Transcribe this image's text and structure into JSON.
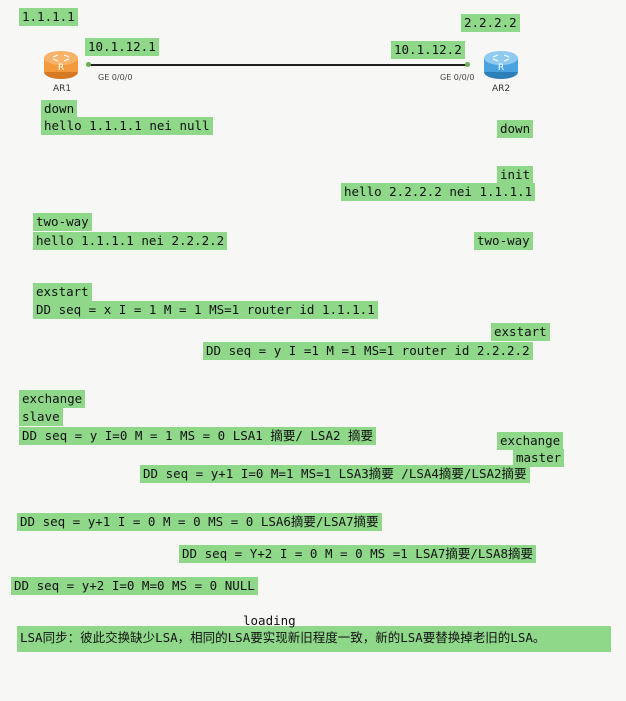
{
  "routers": {
    "ar1": {
      "name": "AR1",
      "router_id": "1.1.1.1",
      "ip": "10.1.12.1",
      "interface": "GE 0/0/0",
      "color": "#f39a3c"
    },
    "ar2": {
      "name": "AR2",
      "router_id": "2.2.2.2",
      "ip": "10.1.12.2",
      "interface": "GE 0/0/0",
      "color": "#4aa3df"
    }
  },
  "labels": {
    "ar1_down": "down",
    "ar1_hello1": "hello 1.1.1.1 nei null",
    "ar2_down": "down",
    "ar2_init": "init",
    "ar2_hello": "hello 2.2.2.2 nei 1.1.1.1",
    "ar1_twoway": "two-way",
    "ar1_hello2": "hello 1.1.1.1 nei 2.2.2.2",
    "ar2_twoway": "two-way",
    "ar1_exstart": "exstart",
    "ar1_dd1": "DD  seq = x  I = 1  M = 1  MS=1 router id 1.1.1.1",
    "ar2_exstart": "exstart",
    "ar2_dd1": "DD seq = y  I =1  M =1  MS=1 router id 2.2.2.2",
    "ar1_exchange": "exchange",
    "ar1_slave": "slave",
    "ar1_dd2": "DD seq = y  I=0  M = 1  MS = 0  LSA1 摘要/ LSA2 摘要",
    "ar2_exchange": "exchange",
    "ar2_master": "master",
    "ar2_dd2": "DD seq = y+1  I=0  M=1 MS=1  LSA3摘要 /LSA4摘要/LSA2摘要",
    "ar1_dd3": "DD seq = y+1  I = 0  M = 0  MS = 0 LSA6摘要/LSA7摘要",
    "ar2_dd3": "DD seq = Y+2  I = 0  M = 0  MS =1 LSA7摘要/LSA8摘要",
    "ar1_dd4": "DD seq = y+2  I=0 M=0 MS = 0  NULL",
    "loading": "loading",
    "lsa_sync": "LSA同步：彼此交换缺少LSA，相同的LSA要实现新旧程度一致，新的LSA要替换掉老旧的LSA。"
  }
}
